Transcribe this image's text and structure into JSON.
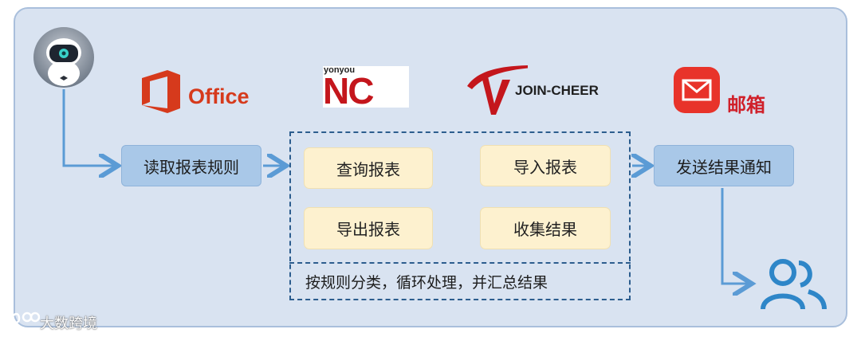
{
  "logos": {
    "office": "Office",
    "yonyou_small": "yonyou",
    "nc": "NC",
    "joincheer": "JOIN-CHEER",
    "mail": "邮箱"
  },
  "steps": {
    "read_rules": "读取报表规则",
    "query_report": "查询报表",
    "import_report": "导入报表",
    "export_report": "导出报表",
    "collect_results": "收集结果",
    "loop_note": "按规则分类，循环处理，并汇总结果",
    "send_notice": "发送结果通知"
  },
  "watermark": "大数跨境",
  "colors": {
    "panel_bg": "#d9e3f1",
    "blue_box": "#a9c8e8",
    "cream_box": "#fdf1cf",
    "arrow": "#5b9bd5",
    "office_red": "#d63a1c",
    "nc_red": "#c4161c",
    "mail_red": "#e8332a",
    "users_blue": "#2e86c8"
  },
  "icons": [
    "robot-icon",
    "office-icon",
    "mail-icon",
    "users-icon"
  ]
}
